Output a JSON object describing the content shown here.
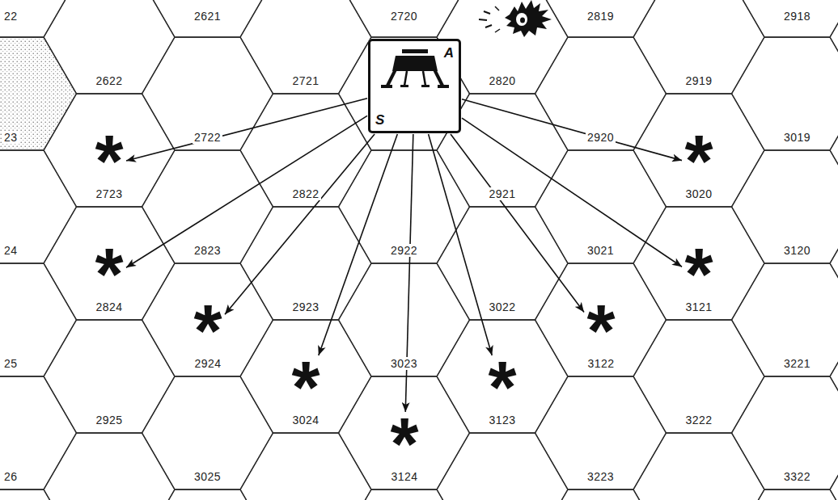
{
  "diagram": {
    "nodes": [
      {
        "text": [
          "A",
          "S"
        ]
      },
      {
        "text": [
          "*",
          "2723"
        ]
      },
      {
        "text": [
          "*",
          "2824"
        ]
      },
      {
        "text": [
          "*",
          "2924"
        ]
      },
      {
        "text": [
          "*",
          "3024"
        ]
      },
      {
        "text": [
          "*",
          "3124"
        ]
      },
      {
        "text": [
          "*",
          "3123"
        ]
      },
      {
        "text": [
          "*",
          "3122"
        ]
      },
      {
        "text": [
          "*",
          "3121"
        ]
      },
      {
        "text": [
          "*",
          "3020"
        ]
      }
    ],
    "edges": [
      {
        "from": 0,
        "to": 1,
        "arrow": "to"
      },
      {
        "from": 0,
        "to": 2,
        "arrow": "to"
      },
      {
        "from": 0,
        "to": 3,
        "arrow": "to"
      },
      {
        "from": 0,
        "to": 4,
        "arrow": "to"
      },
      {
        "from": 0,
        "to": 5,
        "arrow": "to"
      },
      {
        "from": 0,
        "to": 6,
        "arrow": "to"
      },
      {
        "from": 0,
        "to": 7,
        "arrow": "to"
      },
      {
        "from": 0,
        "to": 8,
        "arrow": "to"
      },
      {
        "from": 0,
        "to": 9,
        "arrow": "to"
      }
    ],
    "labels": [
      "22",
      "2621",
      "2720",
      "2819",
      "2918",
      "2622",
      "2721",
      "2820",
      "2919",
      "23",
      "2722",
      "2920",
      "3019",
      "2822",
      "2921",
      "24",
      "2823",
      "2922",
      "3021",
      "3120",
      "2923",
      "3022",
      "25",
      "3023",
      "3221",
      "2925",
      "3222",
      "26",
      "3025",
      "3223",
      "3322"
    ]
  }
}
